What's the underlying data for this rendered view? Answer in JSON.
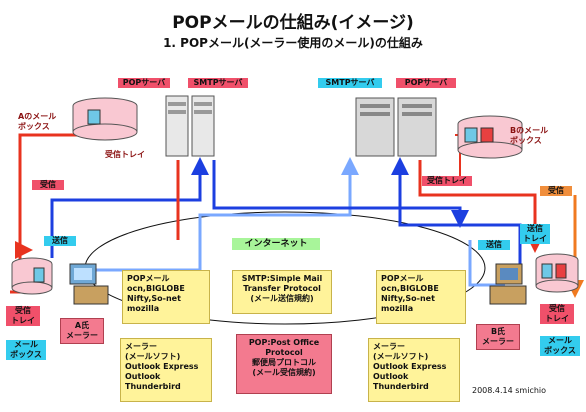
{
  "title": "POPメールの仕組み(イメージ)",
  "subtitle": "1. POPメール(メーラー使用のメール)の仕組み",
  "left": {
    "pop_server": "POPサーバ",
    "smtp_server": "SMTPサーバ",
    "mailbox": "Aのメール\nボックス",
    "inbox_tray": "受信トレイ",
    "receive": "受信",
    "send": "送信",
    "user_inbox": "受信\nトレイ",
    "user_mailbox": "メール\nボックス",
    "user": "A氏\nメーラー"
  },
  "right": {
    "smtp_server": "SMTPサーバ",
    "pop_server": "POPサーバ",
    "mailbox": "Bのメール\nボックス",
    "inbox_tray": "受信トレイ",
    "receive": "受信",
    "send": "送信",
    "user_sendtray": "送信\nトレイ",
    "user_inbox": "受信\nトレイ",
    "user_mailbox": "メール\nボックス",
    "user": "B氏\nメーラー"
  },
  "internet": "インターネット",
  "pop_mail_left": "POPメール\nocn,BIGLOBE\nNifty,So-net\nmozilla",
  "pop_mail_right": "POPメール\nocn,BIGLOBE\nNifty,So-net\nmozilla",
  "smtp_def": "SMTP:Simple Mail\nTransfer Protocol\n(メール送信規約)",
  "pop_def": "POP:Post Office\nProtocol\n郵便局プロトコル\n(メール受信規約)",
  "mailer_left": "メーラー\n(メールソフト)\nOutlook Express\nOutlook\nThunderbird",
  "mailer_right": "メーラー\n(メールソフト)\nOutlook Express\nOutlook\nThunderbird",
  "credit": "2008.4.14 smichio",
  "colors": {
    "red_arrow": "#e8331f",
    "blue_arrow": "#1c3fe0",
    "light_blue_arrow": "#7aa8ff",
    "orange_arrow": "#f07a20"
  }
}
